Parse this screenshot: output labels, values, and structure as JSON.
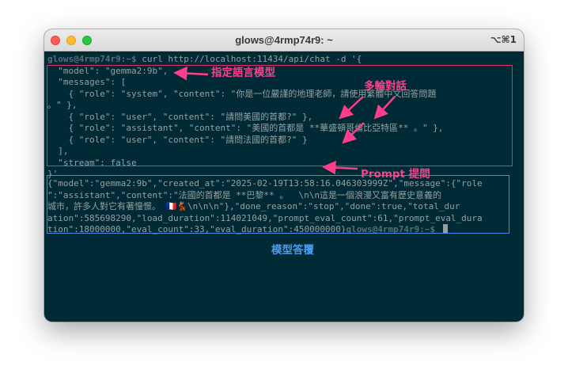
{
  "window": {
    "title": "glows@4rmp74r9: ~",
    "shortcut": "⌥⌘1"
  },
  "terminal": {
    "prompt": "glows@4rmp74r9:~$",
    "command": " curl http://localhost:11434/api/chat -d '{",
    "request_lines": [
      "  \"model\": \"gemma2:9b\",",
      "  \"messages\": [",
      "    { \"role\": \"system\", \"content\": \"你是一位嚴謹的地理老師，請使用繁體中文回答問題",
      "。\" },",
      "    { \"role\": \"user\", \"content\": \"請問美國的首都?\" },",
      "    { \"role\": \"assistant\", \"content\": \"美國的首都是 **華盛頓哥倫比亞特區** 。\" },",
      "    { \"role\": \"user\", \"content\": \"請問法國的首都?\" }",
      "  ],",
      "  \"stream\": false",
      "}'"
    ],
    "response_lines": [
      "{\"model\":\"gemma2:9b\",\"created_at\":\"2025-02-19T13:58:16.046303999Z\",\"message\":{\"role",
      "\":\"assistant\",\"content\":\"法國的首都是 **巴黎** 。  \\n\\n這是一個浪漫又富有歷史意義的",
      "城市，許多人對它有著憧憬。 🇫🇷💃\\n\\n\\n\"},\"done_reason\":\"stop\",\"done\":true,\"total_dur",
      "ation\":585698290,\"load_duration\":114021049,\"prompt_eval_count\":61,\"prompt_eval_dura"
    ],
    "response_last_line": "tion\":18000000,\"eval_count\":33,\"eval_duration\":450000000}"
  },
  "annotations": {
    "model_label": "指定語言模型",
    "multi_turn_label": "多輪對話",
    "prompt_label": "Prompt 提問",
    "response_label": "模型答覆"
  },
  "colors": {
    "terminal_bg": "#002b36",
    "terminal_text": "#93a1a1",
    "prompt_text": "#586e75",
    "annotation_pink": "#ff3d8b",
    "annotation_blue": "#4a9cf0"
  }
}
